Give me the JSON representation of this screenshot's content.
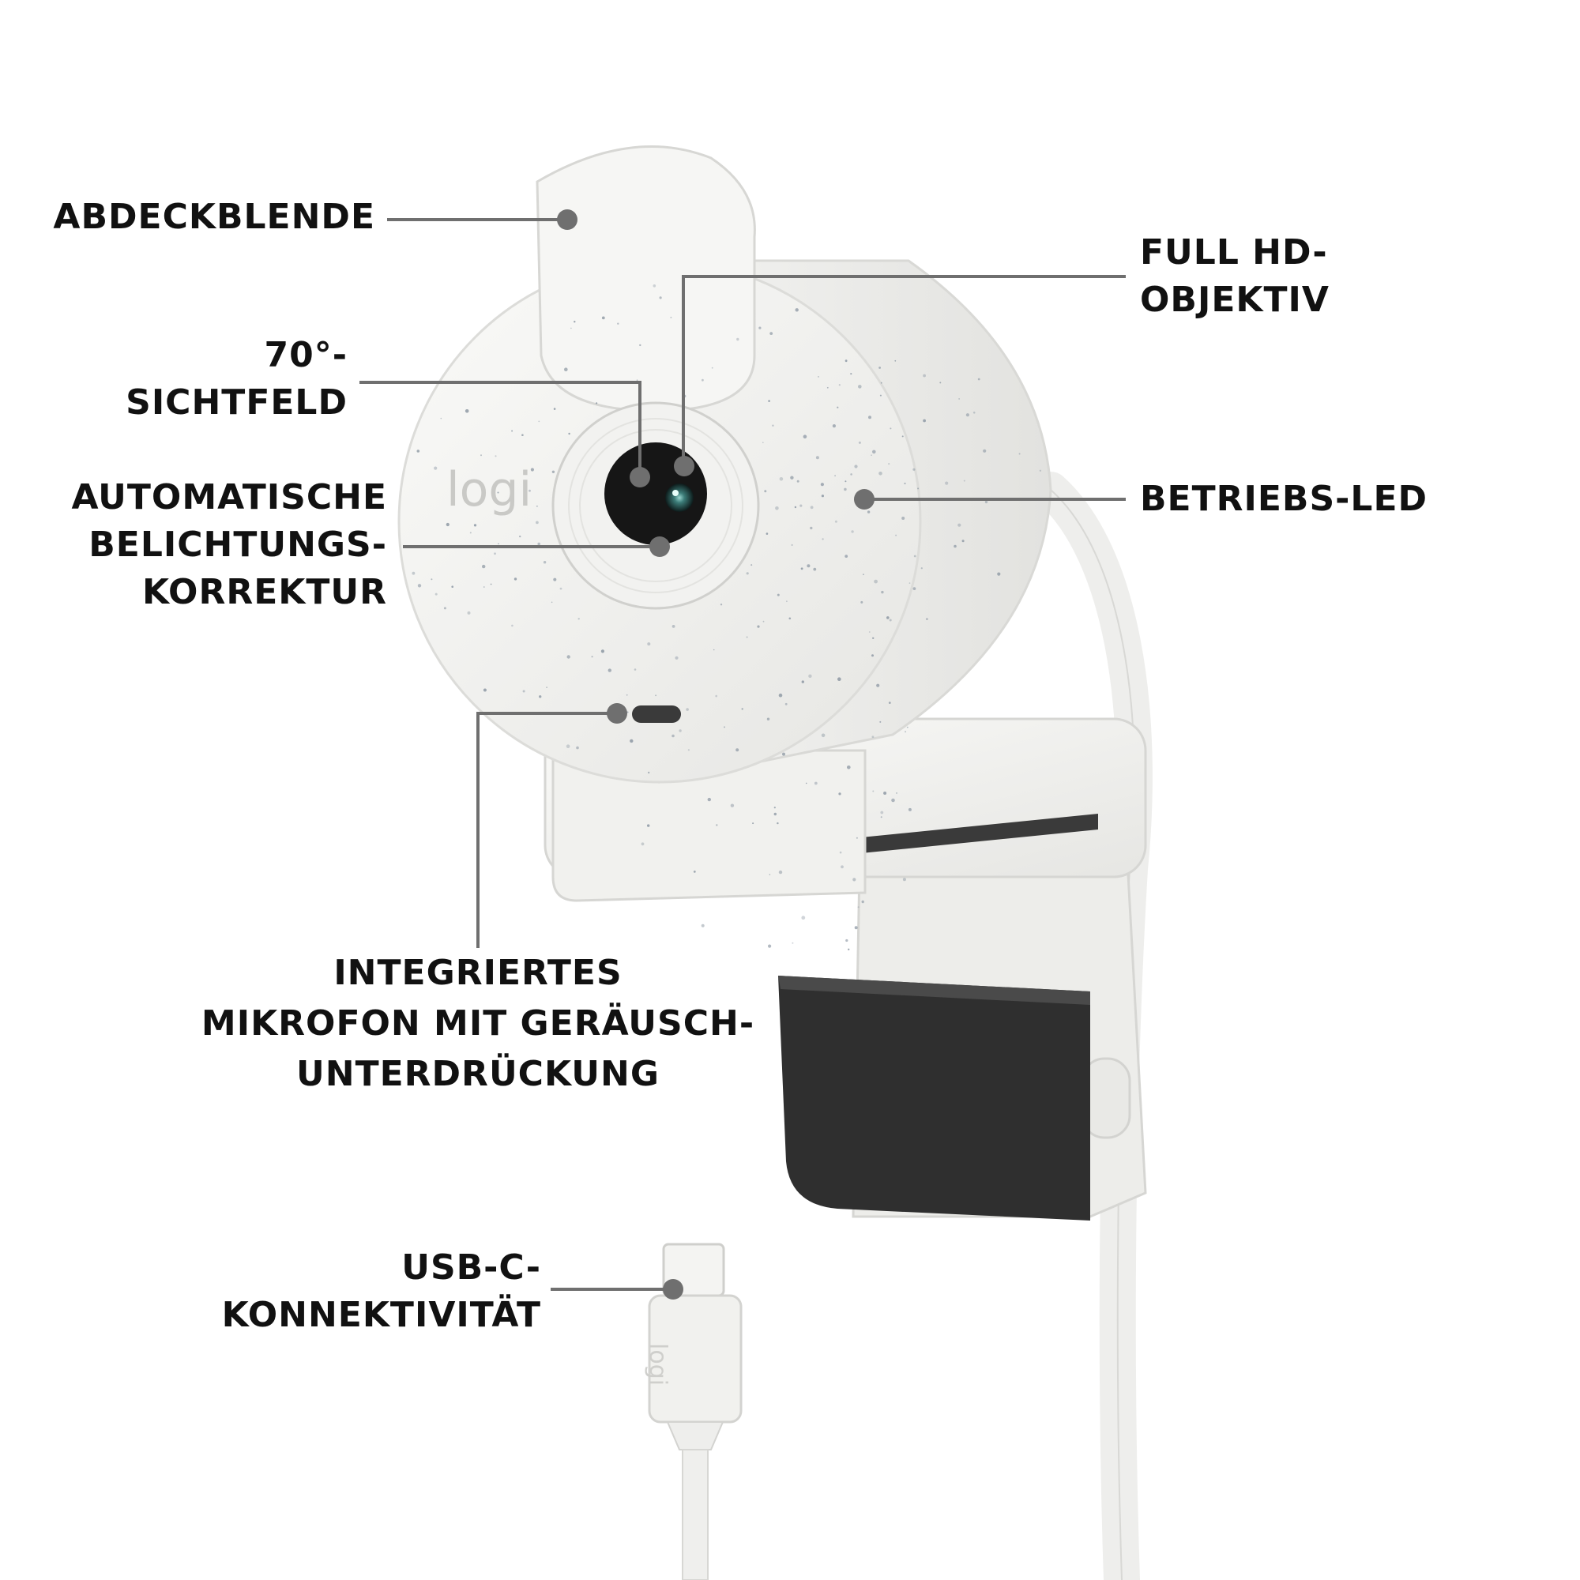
{
  "logo": {
    "text": "logi"
  },
  "cable_logo": {
    "text": "logi"
  },
  "colors": {
    "body": "#f4f4f2",
    "speckle": "#8f9aa5",
    "lens": "#161616",
    "callout": "#6f6f6f",
    "mount_pad": "#2f2f2f",
    "text": "#111111"
  },
  "callouts": {
    "cover": {
      "lines": [
        "ABDECKBLENDE"
      ]
    },
    "fov": {
      "lines": [
        "70°-",
        "SICHTFELD"
      ]
    },
    "exposure": {
      "lines": [
        "AUTOMATISCHE",
        "BELICHTUNGS-",
        "KORREKTUR"
      ]
    },
    "lens": {
      "lines": [
        "FULL HD-",
        "OBJEKTIV"
      ]
    },
    "led": {
      "lines": [
        "BETRIEBS-LED"
      ]
    },
    "mic": {
      "lines": [
        "INTEGRIERTES",
        "MIKROFON MIT GERÄUSCH-",
        "UNTERDRÜCKUNG"
      ]
    },
    "usb": {
      "lines": [
        "USB-C-",
        "KONNEKTIVITÄT"
      ]
    }
  }
}
